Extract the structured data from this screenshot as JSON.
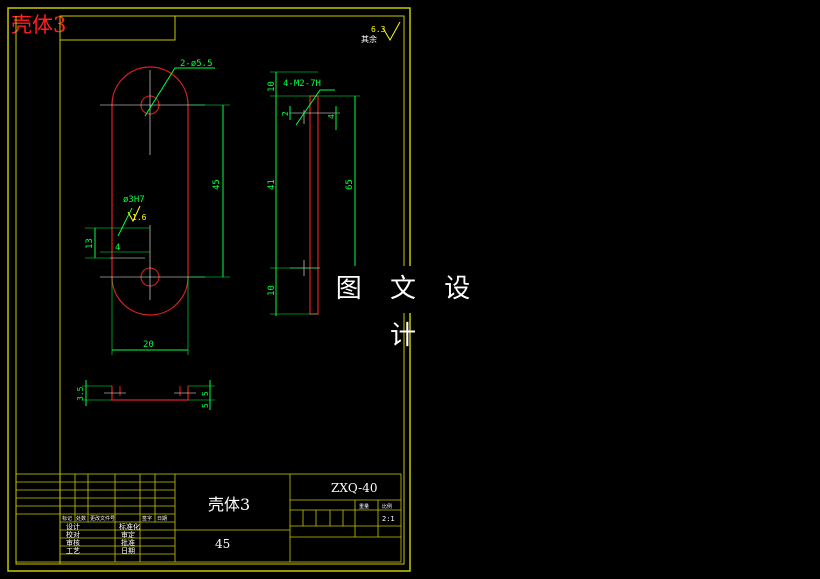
{
  "corner_title": "壳体3",
  "watermark": "图 文 设 计",
  "roughness": {
    "value": "6.3",
    "note": "其余"
  },
  "views": {
    "front": {
      "hole_note": "2-ø5.5",
      "pin_note": "ø3H7",
      "pin_roughness": "1.6",
      "dim_height": "45",
      "dim_offset": "13",
      "dim_small": "4",
      "dim_width": "20"
    },
    "side": {
      "thread_note": "4-M2-7H",
      "dim_top": "10",
      "dim_2": "2",
      "dim_4": "4",
      "dim_41": "41",
      "dim_65": "65",
      "dim_bottom": "10"
    },
    "bottom": {
      "dim_left": "3.5",
      "dim_right_a": "5",
      "dim_right_b": "5"
    }
  },
  "title_block": {
    "part_name": "壳体3",
    "drawing_no": "ZXQ-40",
    "material": "45",
    "weight_label": "重量",
    "scale_label": "比例",
    "scale": "2:1",
    "rev_headers": [
      "标记",
      "处数",
      "更改文件号",
      "签字",
      "日期"
    ],
    "left_rows": [
      "设计",
      "校对",
      "审核",
      "工艺"
    ],
    "mid_rows": [
      "标准化",
      "审定",
      "批准",
      "日期"
    ]
  }
}
